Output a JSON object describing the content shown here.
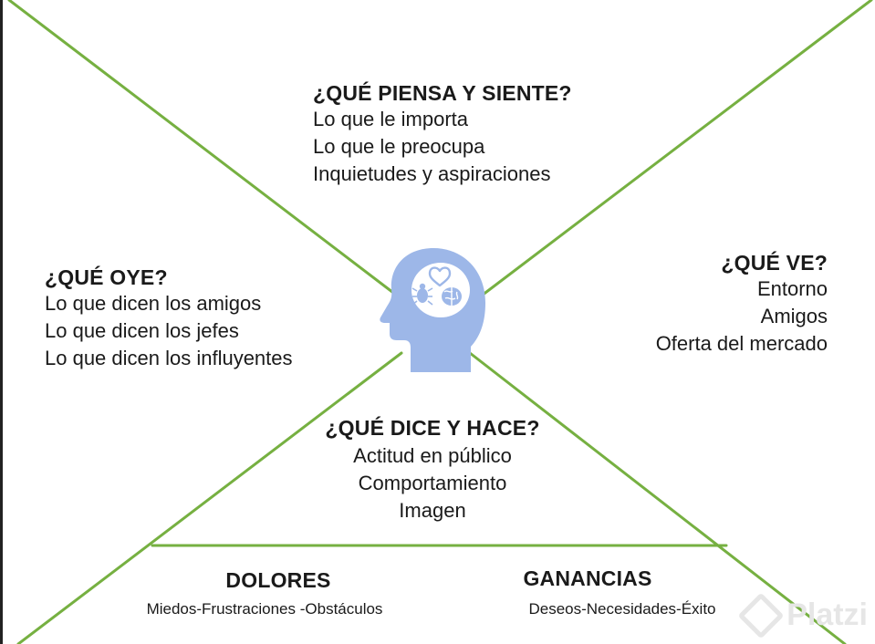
{
  "colors": {
    "line": "#76b041",
    "head": "#9db7e8",
    "text": "#1a1a1a"
  },
  "piensa": {
    "title": "¿QUÉ PIENSA Y SIENTE?",
    "items": [
      "Lo que le importa",
      "Lo que le preocupa",
      "Inquietudes y aspiraciones"
    ]
  },
  "oye": {
    "title": "¿QUÉ OYE?",
    "items": [
      "Lo que dicen los amigos",
      "Lo que dicen los jefes",
      "Lo que dicen los influyentes"
    ]
  },
  "ve": {
    "title": "¿QUÉ VE?",
    "items": [
      "Entorno",
      "Amigos",
      "Oferta del mercado"
    ]
  },
  "dice": {
    "title": "¿QUÉ DICE Y HACE?",
    "items": [
      "Actitud en público",
      "Comportamiento",
      "Imagen"
    ]
  },
  "dolores": {
    "title": "DOLORES",
    "text": "Miedos-Frustraciones -Obstáculos"
  },
  "ganancias": {
    "title": "GANANCIAS",
    "text": "Deseos-Necesidades-Éxito"
  },
  "watermark": {
    "text": "Platzi",
    "icon": "platzi-logo-icon"
  },
  "head_icon": {
    "name": "head-profile-icon",
    "symbols": [
      "heart-icon",
      "bug-icon",
      "brain-icon"
    ]
  }
}
